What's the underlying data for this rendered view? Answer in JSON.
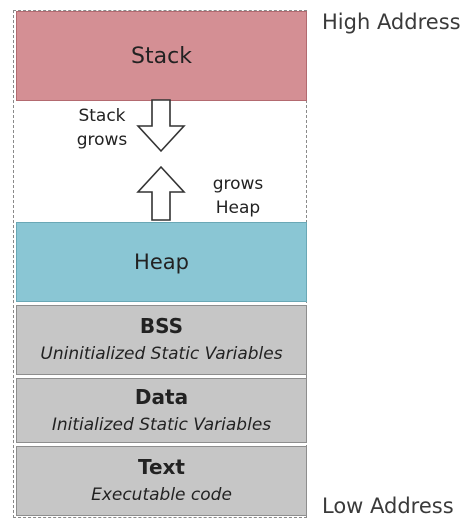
{
  "segments": {
    "stack": {
      "title": "Stack"
    },
    "heap": {
      "title": "Heap"
    },
    "bss": {
      "title": "BSS",
      "subtitle": "Uninitialized Static Variables"
    },
    "data": {
      "title": "Data",
      "subtitle": "Initialized Static Variables"
    },
    "text": {
      "title": "Text",
      "subtitle": "Executable code"
    }
  },
  "annotations": {
    "stack_line1": "Stack",
    "stack_line2": "grows",
    "heap_line1": "grows",
    "heap_line2": "Heap"
  },
  "addresses": {
    "high": "High Address",
    "low": "Low Address"
  },
  "colors": {
    "stack": "#d48f94",
    "heap": "#8ac6d4",
    "static_segments": "#c6c6c6"
  },
  "icons": {
    "down_arrow": "arrow-down-outline",
    "up_arrow": "arrow-up-outline"
  }
}
